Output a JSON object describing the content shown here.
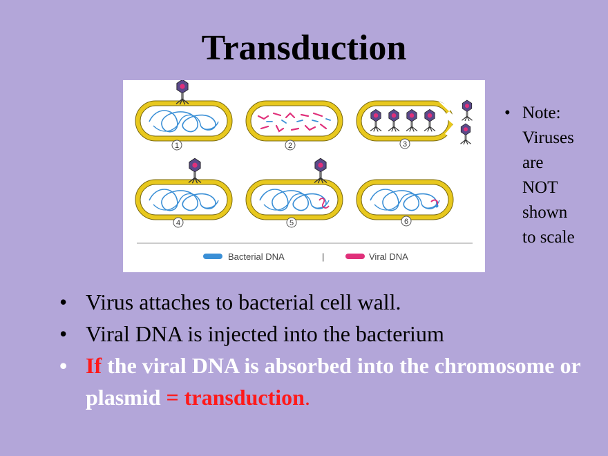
{
  "title": "Transduction",
  "diagram": {
    "panels": [
      "1",
      "2",
      "3",
      "4",
      "5",
      "6"
    ],
    "legend_bacterial": "Bacterial DNA",
    "legend_separator": "|",
    "legend_viral": "Viral DNA"
  },
  "note": {
    "lines": [
      "Note:",
      "Viruses",
      "are",
      "NOT",
      "shown",
      "to scale"
    ]
  },
  "bullets": {
    "b1": "Virus attaches to bacterial cell wall.",
    "b2": "Viral DNA is injected into the bacterium",
    "b3_if": "If",
    "b3_mid": " the viral DNA is absorbed into the chromosome or plasmid ",
    "b3_term": "= transduction",
    "b3_end": "."
  },
  "colors": {
    "background": "#b3a6d9",
    "cell_wall": "#e8c81e",
    "bacterial_dna": "#3a8fd6",
    "viral_dna": "#e0307a",
    "emphasis_red": "#ff1a1a"
  }
}
